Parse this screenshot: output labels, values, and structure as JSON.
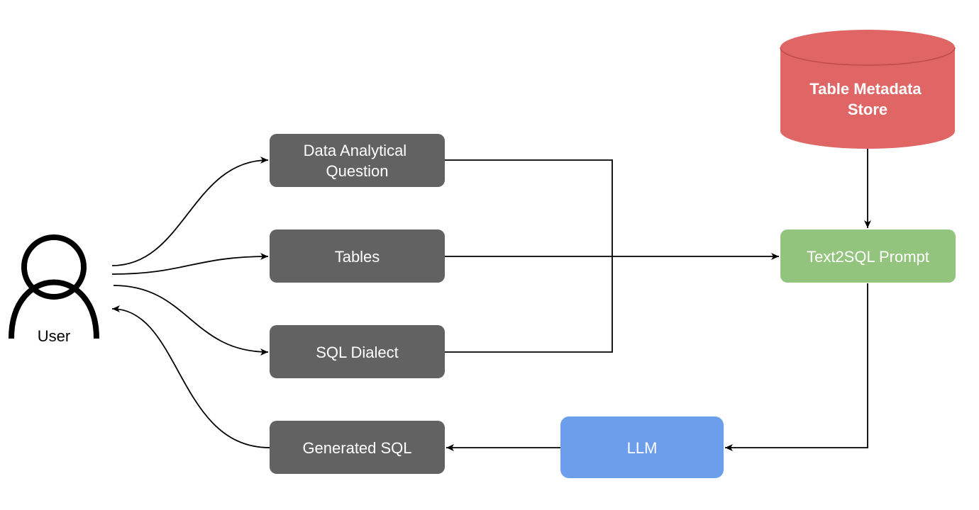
{
  "user": {
    "label": "User"
  },
  "nodes": {
    "question": {
      "label_line1": "Data Analytical",
      "label_line2": "Question"
    },
    "tables": {
      "label": "Tables"
    },
    "dialect": {
      "label": "SQL Dialect"
    },
    "generated_sql": {
      "label": "Generated SQL"
    },
    "prompt": {
      "label": "Text2SQL Prompt"
    },
    "llm": {
      "label": "LLM"
    },
    "metadata_store": {
      "label_line1": "Table Metadata",
      "label_line2": "Store"
    }
  },
  "colors": {
    "input_box": "#626262",
    "prompt_box": "#93c47d",
    "llm_box": "#6d9eeb",
    "store": "#e06666",
    "edge": "#000000"
  }
}
